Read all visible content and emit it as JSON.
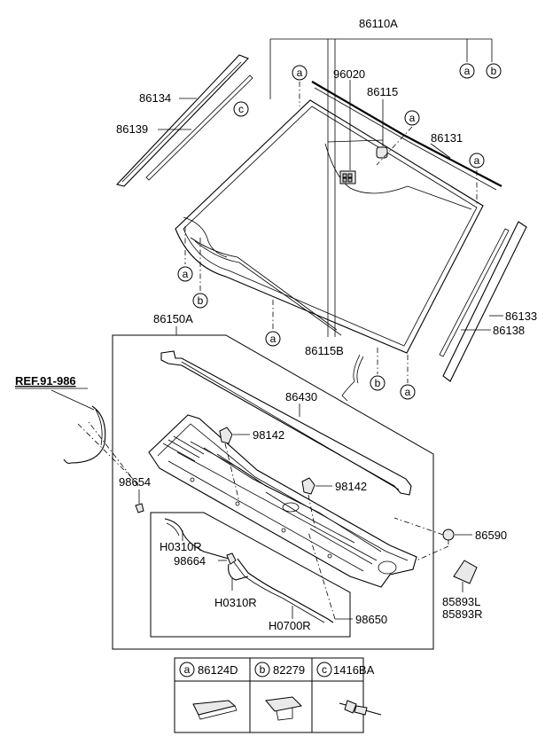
{
  "diagram": {
    "part_labels": {
      "p86110A": "86110A",
      "p96020": "96020",
      "p86115": "86115",
      "p86134": "86134",
      "p86139": "86139",
      "p86131": "86131",
      "p86133": "86133",
      "p86138": "86138",
      "p86115B": "86115B",
      "p86150A": "86150A",
      "p86430": "86430",
      "ref": "REF.91-986",
      "p98142a": "98142",
      "p98142b": "98142",
      "p98654": "98654",
      "p86590": "86590",
      "pH0310R_a": "H0310R",
      "p98664": "98664",
      "pH0310R_b": "H0310R",
      "pH0700R": "H0700R",
      "p98650": "98650",
      "p85893L": "85893L",
      "p85893R": "85893R"
    },
    "circle_letters": {
      "a": "a",
      "b": "b",
      "c": "c"
    },
    "legend": {
      "a": {
        "letter": "a",
        "part": "86124D"
      },
      "b": {
        "letter": "b",
        "part": "82279"
      },
      "c": {
        "letter": "c",
        "part": "1416BA"
      }
    }
  }
}
